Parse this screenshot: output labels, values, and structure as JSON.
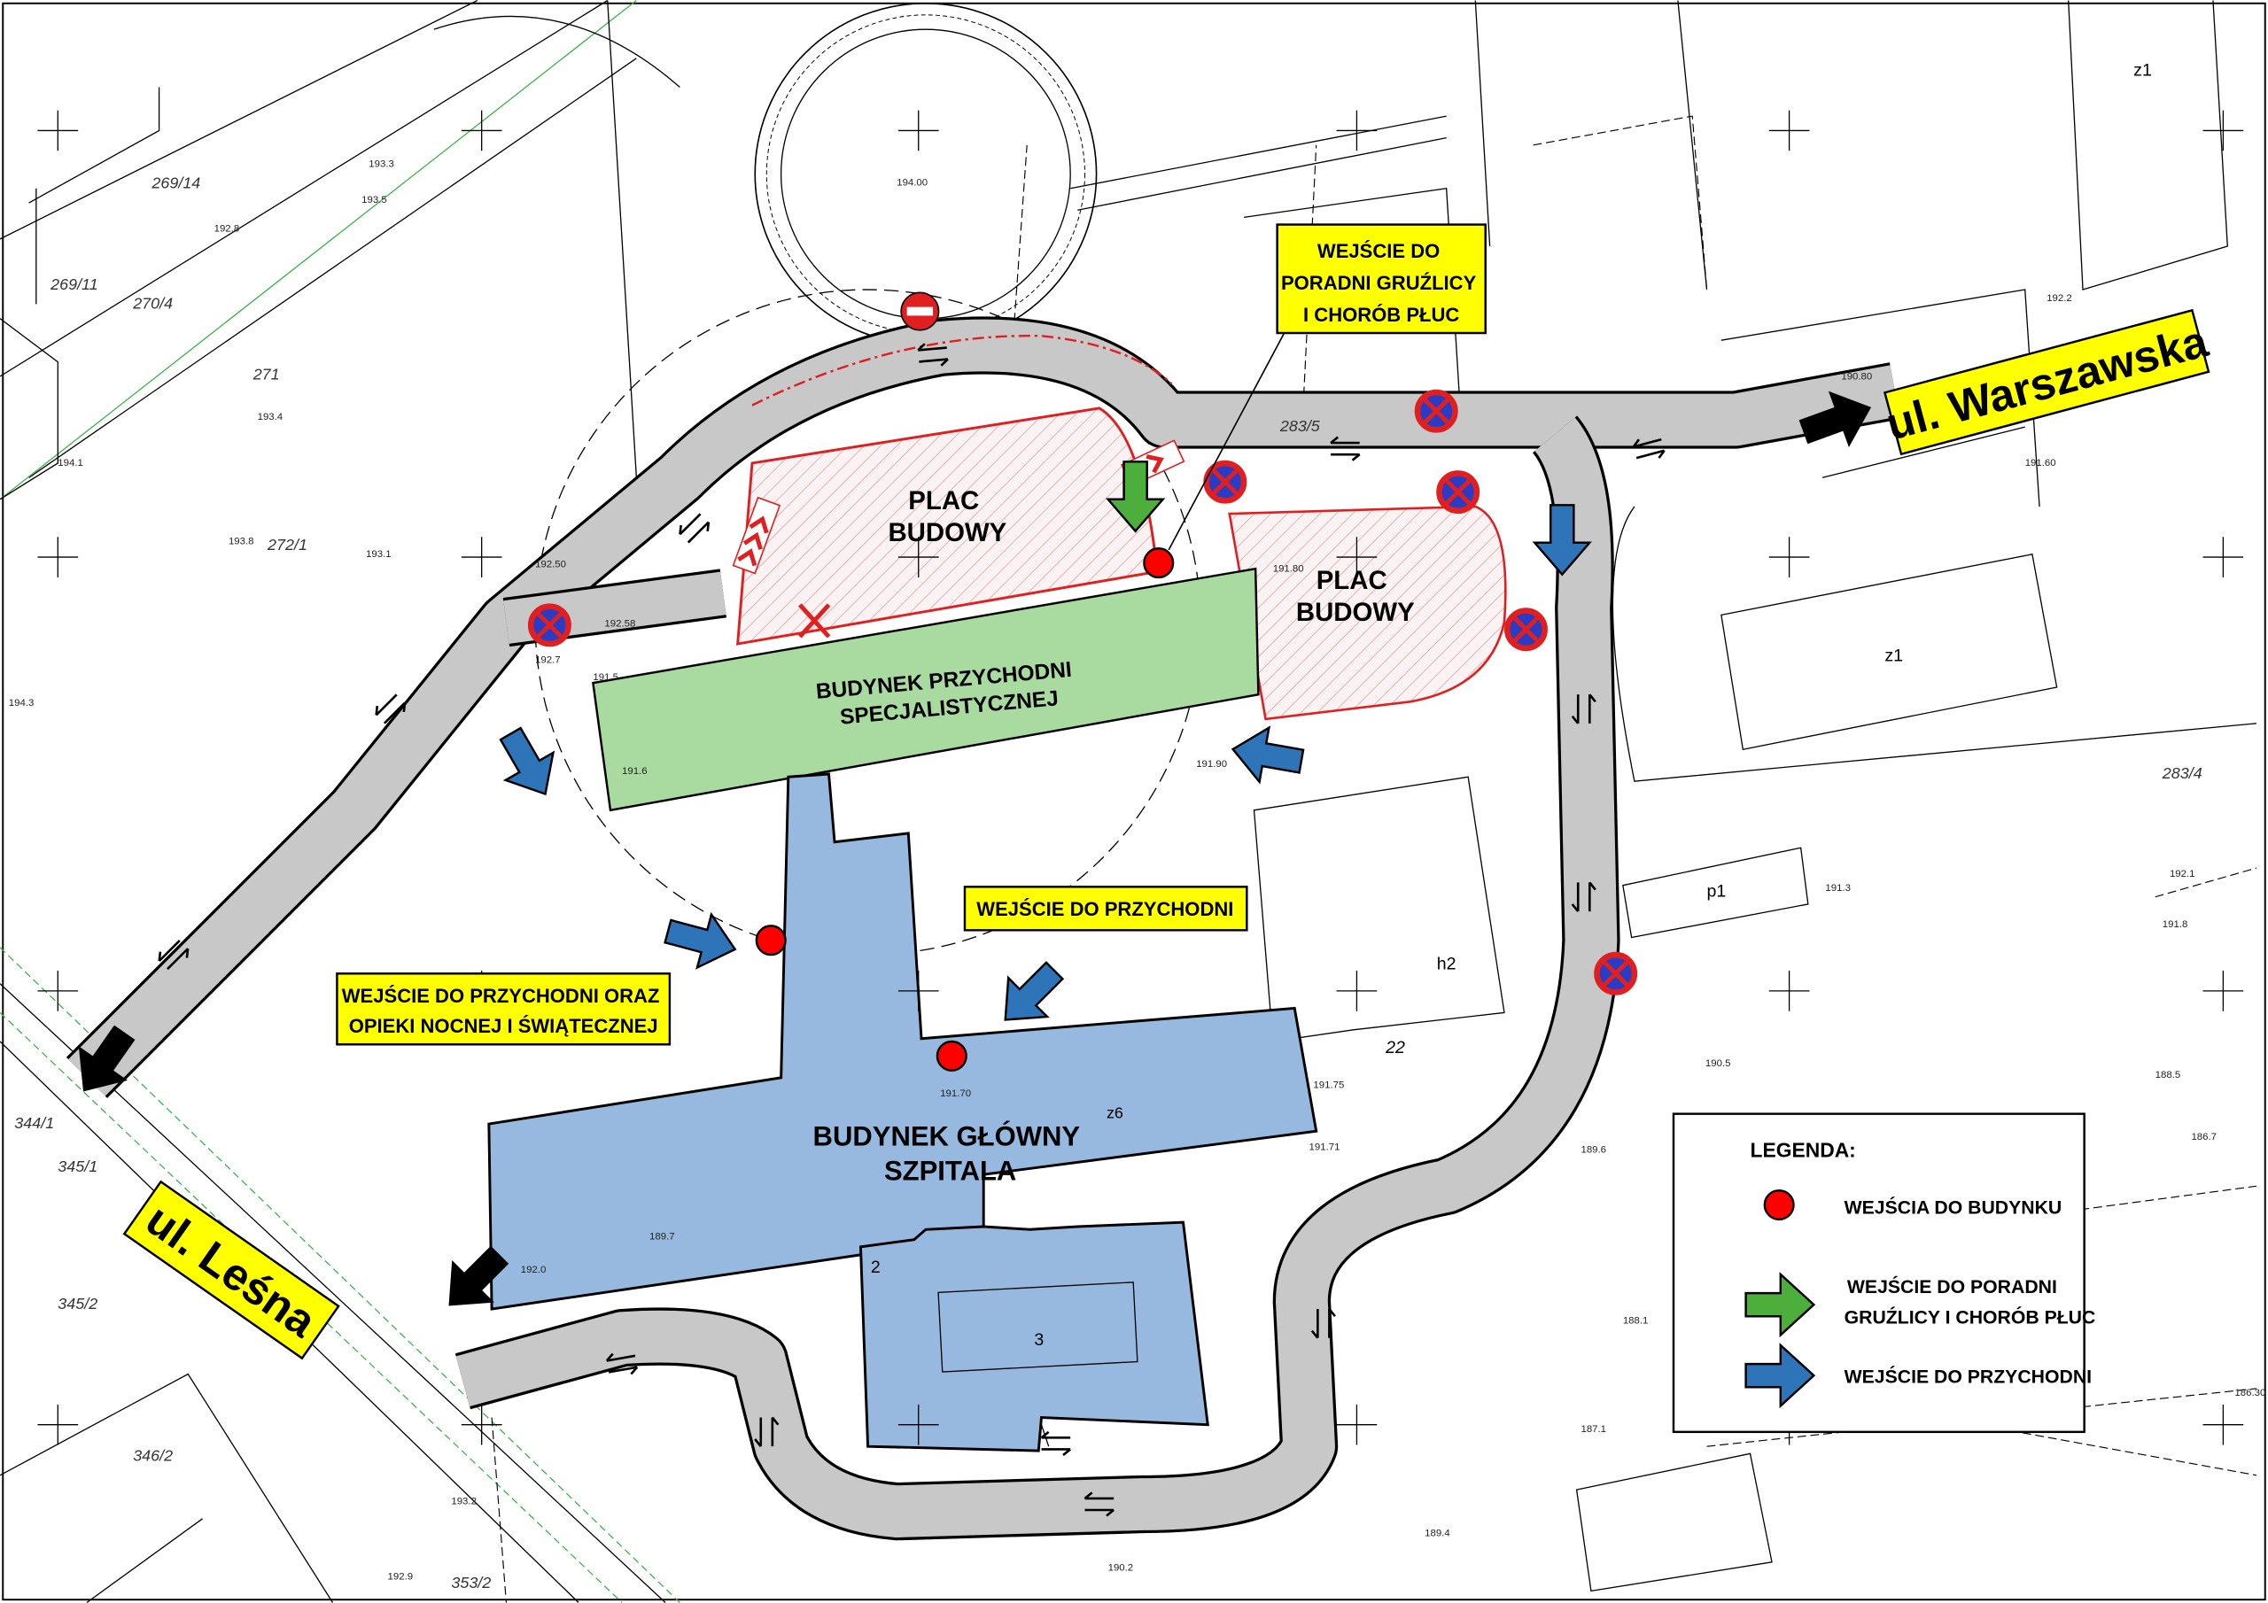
{
  "streets": {
    "warszawska": "ul. Warszawska",
    "lesna": "ul. Leśna"
  },
  "callouts": {
    "poradnia": [
      "WEJŚCIE DO",
      "PORADNI GRUŹLICY",
      "I CHORÓB PŁUC"
    ],
    "przychodnia": "WEJŚCIE DO PRZYCHODNI",
    "opieka": [
      "WEJŚCIE DO PRZYCHODNI ORAZ",
      "OPIEKI NOCNEJ I ŚWIĄTECZNEJ"
    ]
  },
  "buildings": {
    "specjalistyczna": [
      "BUDYNEK PRZYCHODNI",
      "SPECJALISTYCZNEJ"
    ],
    "glowny": [
      "BUDYNEK GŁÓWNY",
      "SZPITALA"
    ],
    "plac1": [
      "PLAC",
      "BUDOWY"
    ],
    "plac2": [
      "PLAC",
      "BUDOWY"
    ],
    "h2": "h2",
    "z1_top": "z1",
    "z1": "z1",
    "p1": "p1",
    "z6": "z6",
    "b3": "3",
    "b2": "2",
    "n22": "22"
  },
  "parcels": [
    "269/14",
    "270/4",
    "271",
    "272/1",
    "269/11",
    "283/5",
    "283/4",
    "344/1",
    "345/1",
    "345/2",
    "346/2",
    "353/2"
  ],
  "elevations": [
    "194.00",
    "193.3",
    "193.5",
    "192.8",
    "193.4",
    "193.1",
    "193.8",
    "194.1",
    "194.3",
    "192.50",
    "192.58",
    "192.7",
    "191.5",
    "191.6",
    "191.80",
    "191.90",
    "191.75",
    "191.71",
    "191.70",
    "190.80",
    "191.60",
    "192.2",
    "191.3",
    "191.8",
    "192.1",
    "188.5",
    "186.7",
    "186.30",
    "189.6",
    "190.5",
    "188.1",
    "187.1",
    "189.4",
    "190.2",
    "193.2",
    "192.9",
    "192.0",
    "189.7"
  ],
  "legend": {
    "title": "LEGENDA:",
    "items": [
      {
        "label": [
          "WEJŚCIA DO BUDYNKU"
        ],
        "symbol": "red-dot",
        "color": "#ff0000"
      },
      {
        "label": [
          "WEJŚCIE DO PORADNI",
          "GRUŹLICY I CHORÓB PŁUC"
        ],
        "symbol": "arrow",
        "color": "#4caf3c"
      },
      {
        "label": [
          "WEJŚCIE DO PRZYCHODNI"
        ],
        "symbol": "arrow",
        "color": "#2e74b8"
      }
    ]
  },
  "colors": {
    "road": "#c8c8c8",
    "callout": "#ffff00",
    "specialist_building": "#a9dba0",
    "main_building": "#97b9df",
    "construction": "#e02020",
    "entrance_arrow_clinic": "#2e74b8",
    "entrance_arrow_tb": "#4caf3c"
  }
}
